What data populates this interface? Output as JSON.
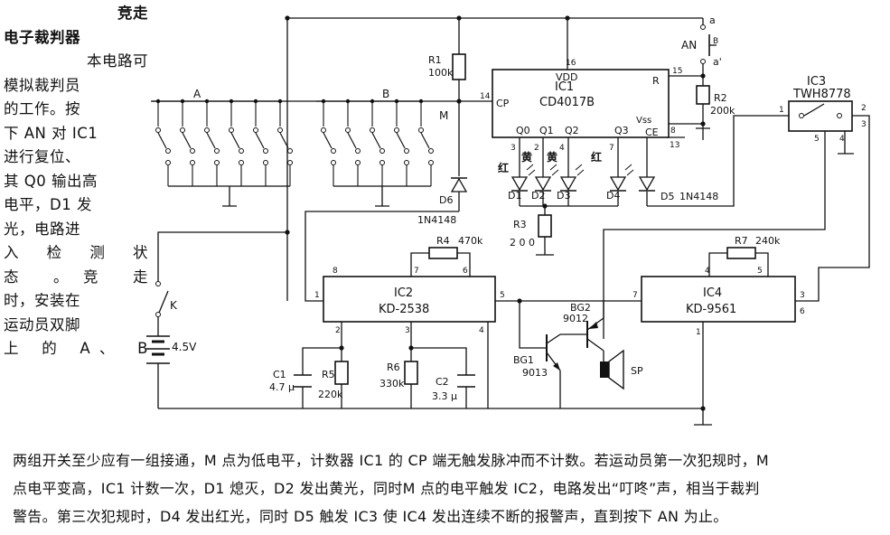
{
  "side_text": [
    {
      "text": "竞走",
      "style": "title r"
    },
    {
      "text": "电子裁判器",
      "style": "title"
    },
    {
      "text": "本电路可",
      "style": "r"
    },
    {
      "text": "模拟裁判员",
      "style": ""
    },
    {
      "text": "的工作。按",
      "style": ""
    },
    {
      "text": "下 AN 对 IC1",
      "style": ""
    },
    {
      "text": "进行复位、",
      "style": ""
    },
    {
      "text": "其 Q0 输出高",
      "style": ""
    },
    {
      "text": "电平，D1 发",
      "style": ""
    },
    {
      "text": "光，电路进",
      "style": ""
    },
    {
      "text": "入 检 测 状",
      "style": "j"
    },
    {
      "text": "态 。竞 走",
      "style": "j"
    },
    {
      "text": "时，安装在",
      "style": ""
    },
    {
      "text": "运动员双脚",
      "style": ""
    },
    {
      "text": "上 的 A、 B",
      "style": "j"
    }
  ],
  "bottom_text": [
    "两组开关至少应有一组接通，M 点为低电平，计数器 IC1 的 CP 端无触发脉冲而不计数。若运动员第一次犯规时，M",
    "点电平变高，IC1 计数一次，D1 熄灭，D2 发出黄光，同时M 点的电平触发 IC2，电路发出“叮咚”声，相当于裁判",
    "警告。第三次犯规时，D4 发出红光，同时 D5 触发 IC3 使 IC4 发出连续不断的报警声，直到按下 AN 为止。"
  ],
  "diagram": {
    "switch_groups": {
      "a": "A",
      "b": "B"
    },
    "node_m": "M",
    "r1": {
      "name": "R1",
      "value": "100k"
    },
    "r2": {
      "name": "R2",
      "value": "200k"
    },
    "r3": {
      "name": "R3",
      "value": "2 0 0"
    },
    "r4": {
      "name": "R4",
      "value": "470k"
    },
    "r5": {
      "name": "R5",
      "value": "220k"
    },
    "r6": {
      "name": "R6",
      "value": "330k"
    },
    "r7": {
      "name": "R7",
      "value": "240k"
    },
    "c1": {
      "name": "C1",
      "value": "4.7 μ"
    },
    "c2": {
      "name": "C2",
      "value": "3.3 μ"
    },
    "d6": {
      "name": "D6",
      "part": "1N4148"
    },
    "d5": {
      "name": "D5",
      "part": "1N4148"
    },
    "leds": [
      {
        "name": "D1",
        "color_label": "红",
        "out": "Q0",
        "pin": "3"
      },
      {
        "name": "D2",
        "color_label": "黄",
        "out": "Q1",
        "pin": "2"
      },
      {
        "name": "D3",
        "color_label": "黄",
        "out": "Q2",
        "pin": "4"
      },
      {
        "name": "D4",
        "color_label": "红",
        "out": "Q3",
        "pin": "7"
      }
    ],
    "ic1": {
      "name": "IC1",
      "part": "CD4017B",
      "vdd": "VDD",
      "cp": "CP",
      "r": "R",
      "vss": "Vss",
      "ce": "CE",
      "pins": {
        "vdd": "16",
        "cp": "14",
        "r": "15",
        "vss": "8",
        "ce": "13"
      }
    },
    "ic2": {
      "name": "IC2",
      "part": "KD-2538",
      "pins": {
        "p1": "1",
        "p8": "8",
        "p7": "7",
        "p6": "6",
        "p5": "5",
        "p2": "2",
        "p3": "3",
        "p4": "4"
      }
    },
    "ic3": {
      "name": "IC3",
      "part": "TWH8778",
      "pins": {
        "p1": "1",
        "p2": "2",
        "p3": "3",
        "p4": "4",
        "p5": "5"
      }
    },
    "ic4": {
      "name": "IC4",
      "part": "KD-9561",
      "pins": {
        "p4": "4",
        "p5": "5",
        "p7": "7",
        "p3": "3",
        "p6": "6",
        "p1": "1"
      }
    },
    "bg1": {
      "name": "BG1",
      "part": "9013"
    },
    "bg2": {
      "name": "BG2",
      "part": "9012"
    },
    "speaker": "SP",
    "switch_k": "K",
    "battery": "4.5V",
    "an": {
      "name": "AN",
      "a": "a",
      "b": "B",
      "a_prime": "a'"
    }
  }
}
